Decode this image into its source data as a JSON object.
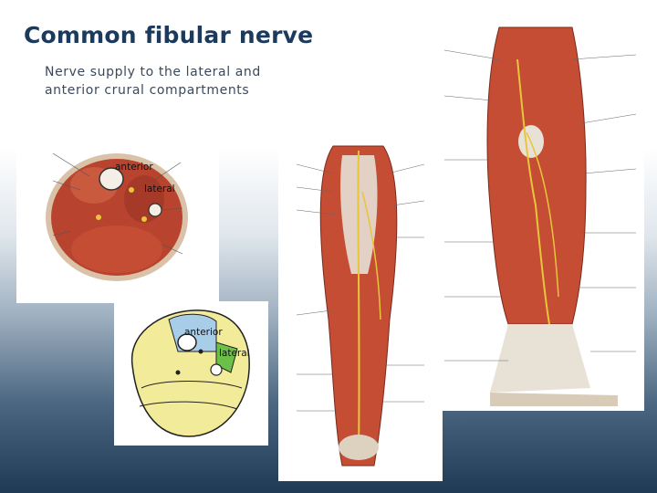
{
  "slide": {
    "title": "Common fibular nerve",
    "subtitle": "Nerve supply to the lateral and anterior crural compartments"
  },
  "cross_section_top": {
    "labels": {
      "anterior": "anterior",
      "lateral": "lateral"
    }
  },
  "cross_section_bottom": {
    "labels": {
      "anterior": "anterior",
      "lateral": "lateral"
    }
  },
  "colors": {
    "title": "#1b3a5c",
    "muscle": "#b8432e",
    "nerve": "#e8c53a",
    "anterior_compartment": "#a8cde8",
    "lateral_compartment": "#6cc04a",
    "posterior_compartment": "#f2ec9a"
  }
}
